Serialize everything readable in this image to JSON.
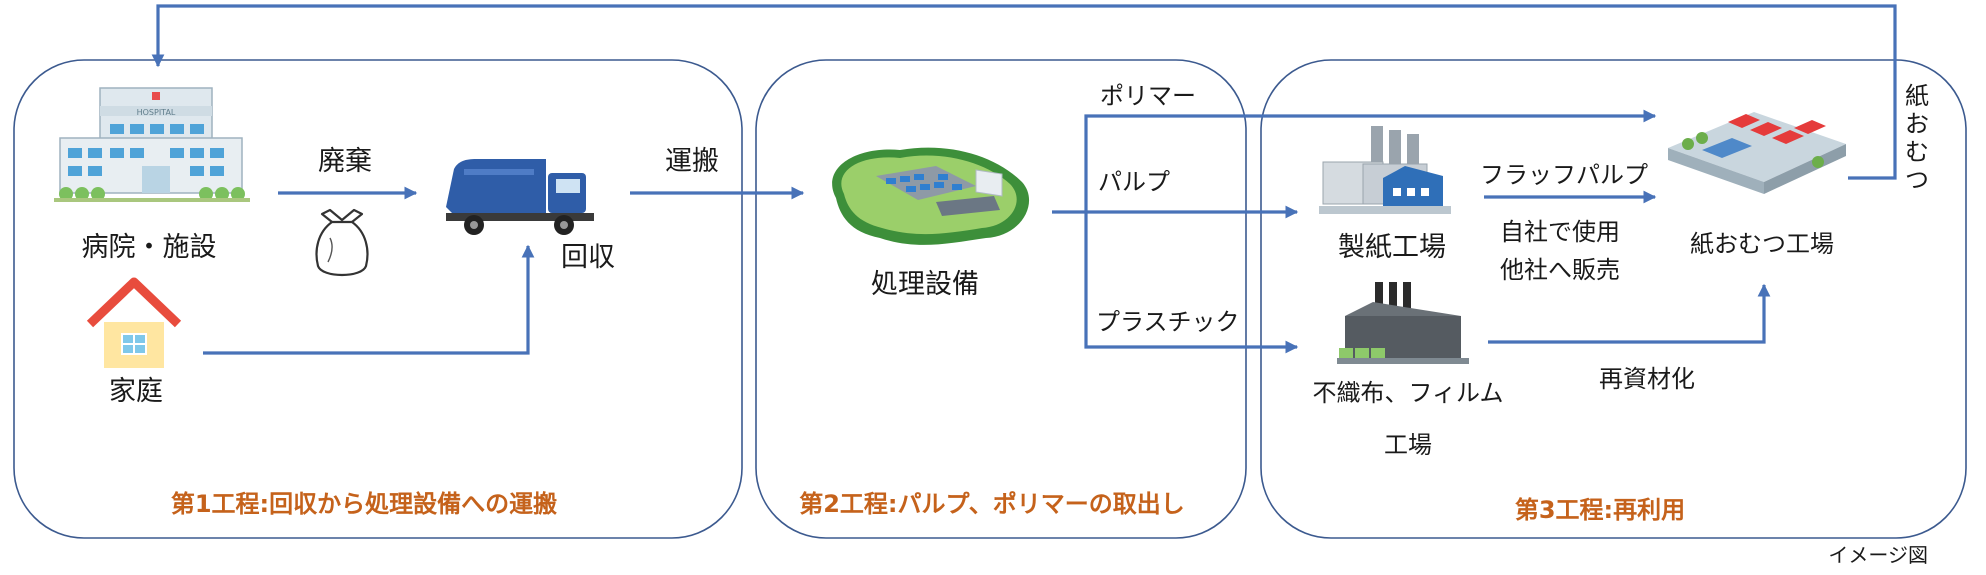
{
  "stages": {
    "stage1": "第1工程:回収から処理設備への運搬",
    "stage2": "第2工程:パルプ、ポリマーの取出し",
    "stage3": "第3工程:再利用"
  },
  "nodes": {
    "hospital": "病院・施設",
    "home": "家庭",
    "collection": "回収",
    "processing": "処理設備",
    "paper_mill": "製紙工場",
    "nonwoven_line1": "不織布、フィルム",
    "nonwoven_line2": "工場",
    "diaper_factory": "紙おむつ工場"
  },
  "edges": {
    "disposal": "廃棄",
    "transport": "運搬",
    "polymer": "ポリマー",
    "pulp": "パルプ",
    "plastic": "プラスチック",
    "fluff_pulp": "フラッフパルプ",
    "own_use": "自社で使用",
    "sell_other": "他社へ販売",
    "recycle": "再資材化",
    "diaper_return": [
      "紙",
      "お",
      "む",
      "つ"
    ]
  },
  "sign": {
    "hospital": "HOSPITAL"
  },
  "caption": "イメージ図",
  "colors": {
    "arrow": "#4872b8",
    "stage_title": "#c5621b",
    "panel_border": "#3c5a8f"
  },
  "icons": [
    "hospital-building-icon",
    "house-icon",
    "garbage-bag-icon",
    "garbage-truck-icon",
    "processing-facility-icon",
    "paper-mill-icon",
    "nonwoven-factory-icon",
    "diaper-factory-icon"
  ]
}
